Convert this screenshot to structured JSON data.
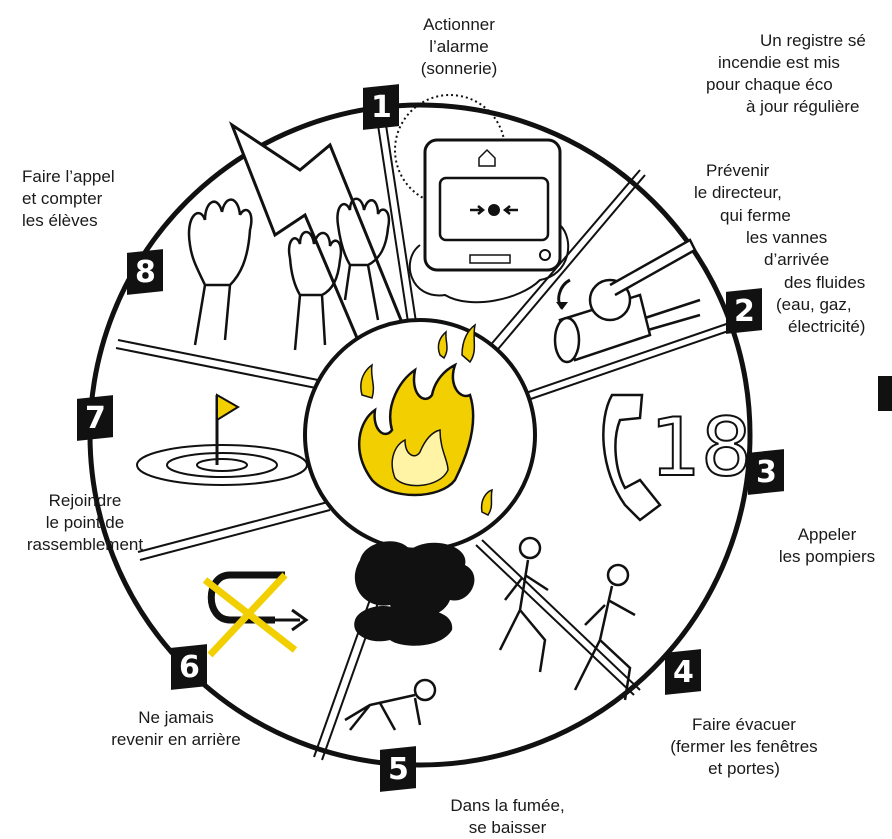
{
  "note": {
    "lines": [
      "Un registre sé",
      "incendie est mis",
      "pour chaque éco",
      "à jour régulière"
    ]
  },
  "steps": [
    {
      "num": "1",
      "label": "Actionner\nl’alarme\n(sonnerie)",
      "icon": "fire-alarm-button-icon"
    },
    {
      "num": "2",
      "label": "Prévenir\nle directeur,\nqui ferme\nles vannes\nd’arrivée\ndes fluides\n(eau, gaz,\nélectricité)",
      "icon": "valve-icon"
    },
    {
      "num": "3",
      "label": "Appeler\nles pompiers",
      "icon": "phone-18-icon",
      "phone_number": "18"
    },
    {
      "num": "4",
      "label": "Faire évacuer\n(fermer les fenêtres\net portes)",
      "icon": "running-people-icon"
    },
    {
      "num": "5",
      "label": "Dans la fumée,\nse baisser",
      "icon": "crawling-under-smoke-icon"
    },
    {
      "num": "6",
      "label": "Ne jamais\nrevenir en arrière",
      "icon": "no-u-turn-icon"
    },
    {
      "num": "7",
      "label": "Rejoindre\nle point de\nrassemblement",
      "icon": "assembly-point-flag-icon"
    },
    {
      "num": "8",
      "label": "Faire l’appel\net compter\nles élèves",
      "icon": "raised-hands-icon"
    }
  ],
  "center_icon": "fire-icon",
  "colors": {
    "accent": "#f2cf00",
    "ink": "#111111",
    "background": "#ffffff"
  }
}
